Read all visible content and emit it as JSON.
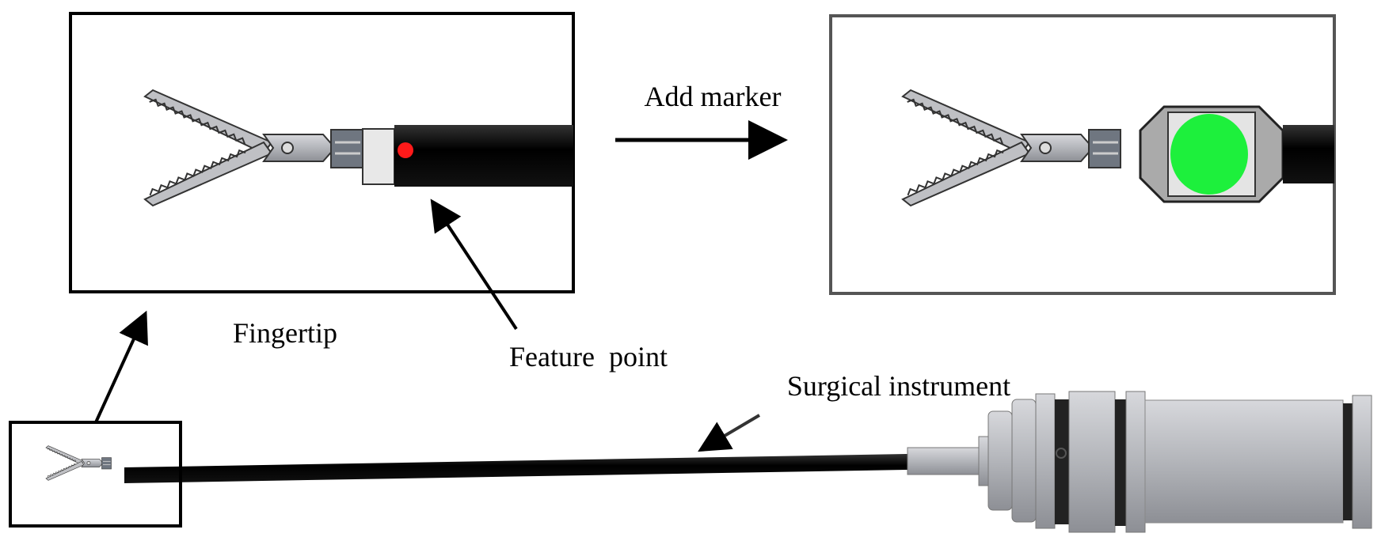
{
  "labels": {
    "add_marker": "Add marker",
    "fingertip": "Fingertip",
    "feature_point": "Feature  point",
    "surgical_instrument": "Surgical instrument"
  },
  "colors": {
    "feature_point": "#ff1a1a",
    "marker": "#1df03c",
    "shaft": "#0a0a0a",
    "metal": "#a9abb0"
  }
}
